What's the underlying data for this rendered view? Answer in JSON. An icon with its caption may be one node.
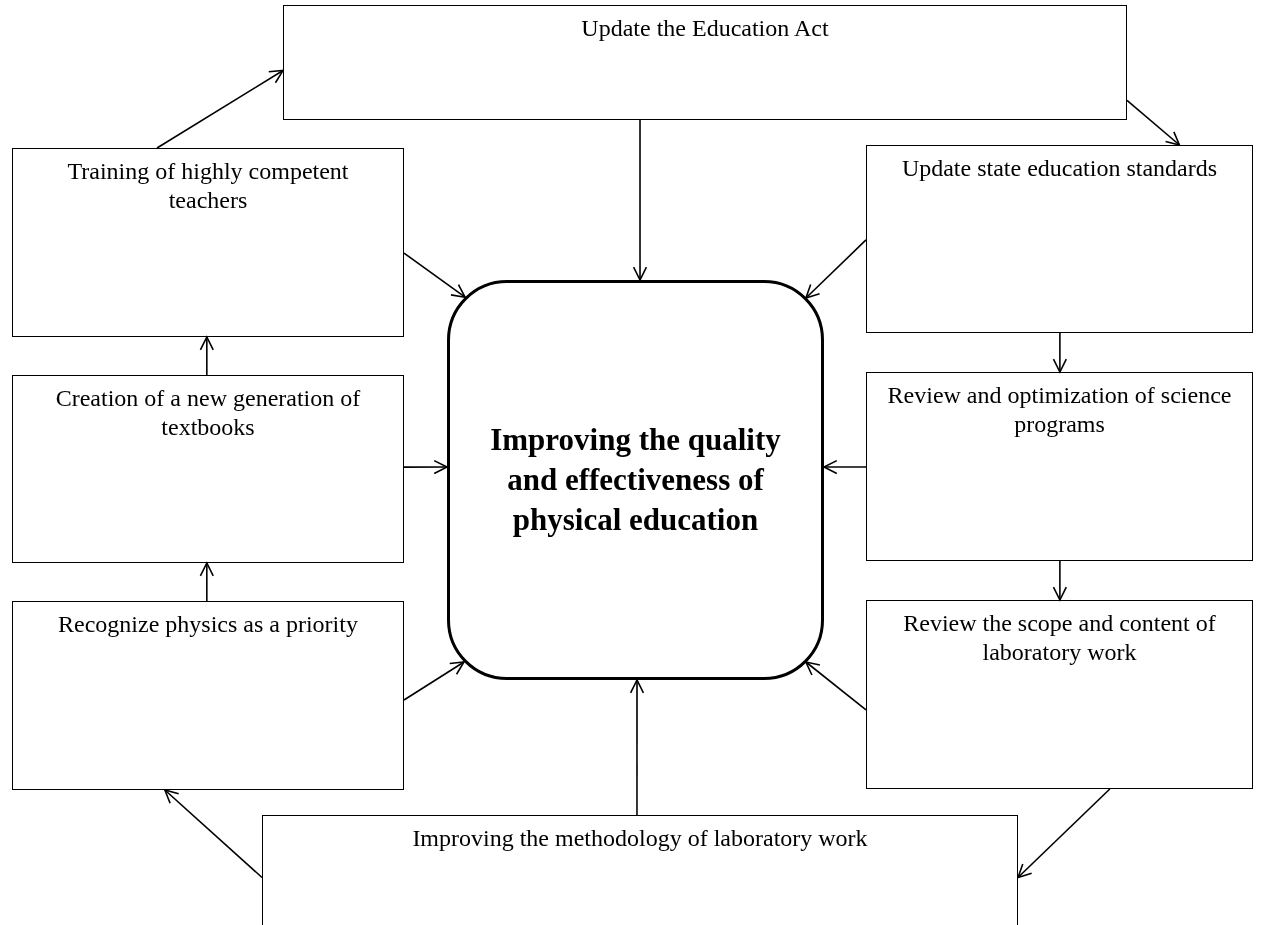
{
  "diagram": {
    "nodes": [
      {
        "text": [
          "Update the Education Act"
        ]
      },
      {
        "text": [
          "Training of highly competent teachers"
        ]
      },
      {
        "text": [
          "Update state education standards"
        ]
      },
      {
        "text": [
          "Improving the quality and effectiveness of physical education"
        ]
      },
      {
        "text": [
          "Creation of a new generation of textbooks"
        ]
      },
      {
        "text": [
          "Review and optimization of science programs"
        ]
      },
      {
        "text": [
          "Recognize physics as a priority"
        ]
      },
      {
        "text": [
          "Review the scope and content of laboratory work"
        ]
      },
      {
        "text": [
          "Improving the methodology of laboratory work"
        ]
      }
    ],
    "edges": [
      {
        "from": 1,
        "to": 0,
        "arrow": "to"
      },
      {
        "from": 0,
        "to": 2,
        "arrow": "to"
      },
      {
        "from": 0,
        "to": 3,
        "arrow": "to"
      },
      {
        "from": 1,
        "to": 3,
        "arrow": "to"
      },
      {
        "from": 2,
        "to": 3,
        "arrow": "to"
      },
      {
        "from": 2,
        "to": 5,
        "arrow": "to"
      },
      {
        "from": 4,
        "to": 1,
        "arrow": "to"
      },
      {
        "from": 4,
        "to": 3,
        "arrow": "to"
      },
      {
        "from": 5,
        "to": 3,
        "arrow": "to"
      },
      {
        "from": 6,
        "to": 4,
        "arrow": "to"
      },
      {
        "from": 5,
        "to": 7,
        "arrow": "to"
      },
      {
        "from": 6,
        "to": 3,
        "arrow": "to"
      },
      {
        "from": 7,
        "to": 3,
        "arrow": "to"
      },
      {
        "from": 8,
        "to": 3,
        "arrow": "to"
      },
      {
        "from": 8,
        "to": 6,
        "arrow": "to"
      },
      {
        "from": 7,
        "to": 8,
        "arrow": "to"
      }
    ]
  }
}
